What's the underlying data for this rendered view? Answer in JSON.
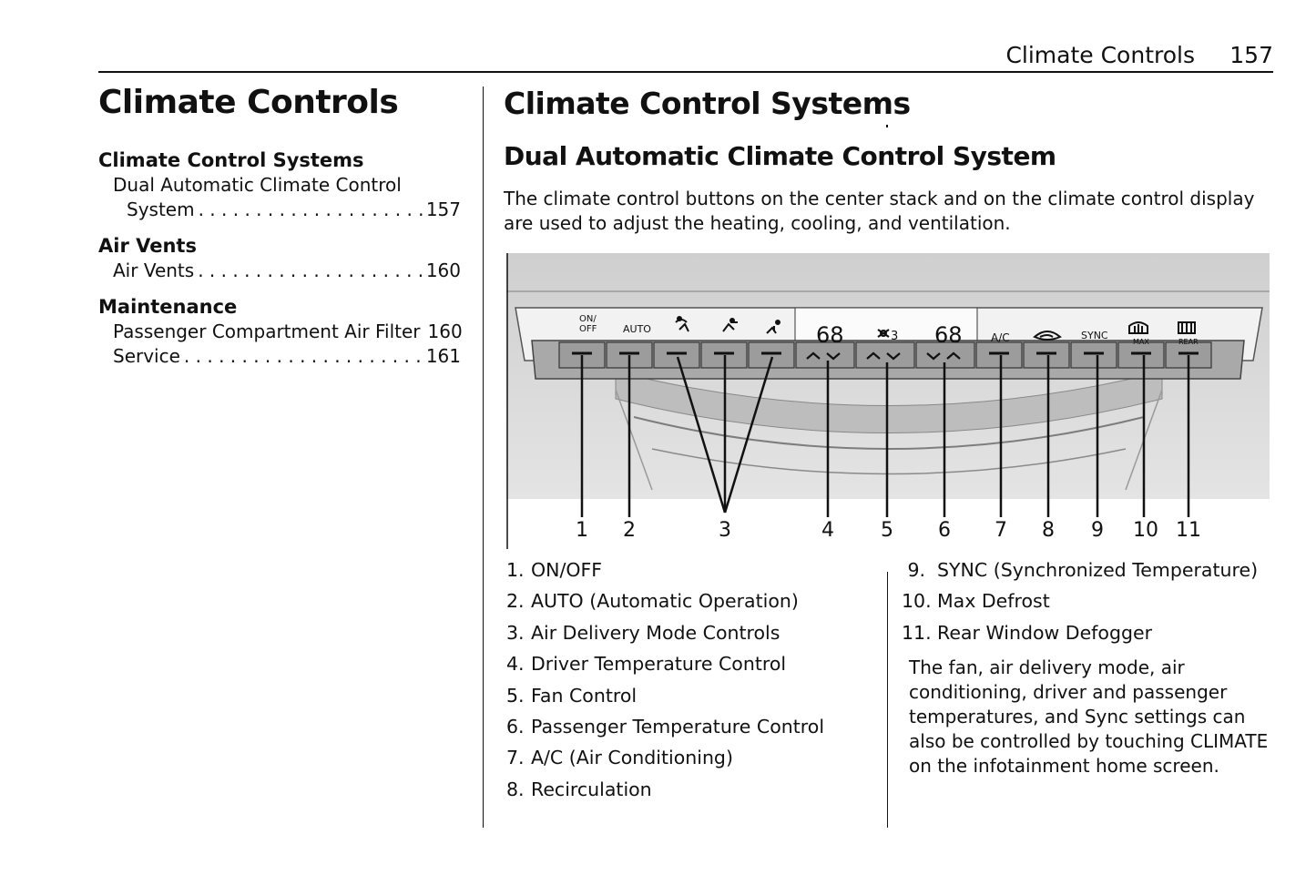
{
  "header": {
    "section": "Climate Controls",
    "page": "157"
  },
  "chapter_title": "Climate Controls",
  "toc": [
    {
      "heading": "Climate Control Systems",
      "entries": [
        {
          "line1": "Dual Automatic Climate Control",
          "title": "System",
          "page": "157"
        }
      ]
    },
    {
      "heading": "Air Vents",
      "entries": [
        {
          "title": "Air Vents",
          "page": "160"
        }
      ]
    },
    {
      "heading": "Maintenance",
      "entries": [
        {
          "title": "Passenger Compartment Air Filter",
          "page": "160"
        },
        {
          "title": "Service",
          "page": "161"
        }
      ]
    }
  ],
  "section_title": "Climate Control Systems",
  "subsection_title": "Dual Automatic Climate Control System",
  "intro": "The climate control buttons on the center stack and on the climate control display are used to adjust the heating, cooling, and ventilation.",
  "figure": {
    "panel_labels": {
      "on_off_top": "ON/",
      "on_off_bottom": "OFF",
      "auto": "AUTO",
      "driver_temp": "68",
      "fan_level": "3",
      "passenger_temp": "68",
      "ac": "A/C",
      "sync": "SYNC",
      "max": "MAX",
      "rear": "REAR"
    },
    "callouts": [
      "1",
      "2",
      "3",
      "4",
      "5",
      "6",
      "7",
      "8",
      "9",
      "10",
      "11"
    ],
    "icons": [
      "defrost-floor-icon",
      "vent-icon",
      "bi-level-icon",
      "floor-icon",
      "fan-icon",
      "recirculation-icon",
      "max-defrost-icon",
      "rear-defog-icon"
    ]
  },
  "legend_left": [
    {
      "n": "1.",
      "t": "ON/OFF"
    },
    {
      "n": "2.",
      "t": "AUTO (Automatic Operation)"
    },
    {
      "n": "3.",
      "t": "Air Delivery Mode Controls"
    },
    {
      "n": "4.",
      "t": "Driver Temperature Control"
    },
    {
      "n": "5.",
      "t": "Fan Control"
    },
    {
      "n": "6.",
      "t": "Passenger Temperature Control"
    },
    {
      "n": "7.",
      "t": "A/C (Air Conditioning)"
    },
    {
      "n": "8.",
      "t": "Recirculation"
    }
  ],
  "legend_right": [
    {
      "n": "9.",
      "t": "SYNC (Synchronized Temperature)"
    },
    {
      "n": "10.",
      "t": "Max Defrost"
    },
    {
      "n": "11.",
      "t": "Rear Window Defogger"
    }
  ],
  "note": "The fan, air delivery mode, air conditioning, driver and passenger temperatures, and Sync settings can also be controlled by touching CLIMATE on the infotainment home screen."
}
